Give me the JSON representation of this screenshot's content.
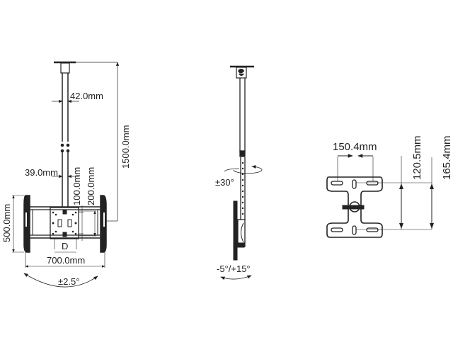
{
  "front_view": {
    "pole_upper_width": "42.0mm",
    "pole_lower_width": "39.0mm",
    "total_height": "1500.0mm",
    "vesa_vertical_inner": "100.0mm",
    "vesa_vertical_outer": "200.0mm",
    "frame_height": "500.0mm",
    "frame_width": "700.0mm",
    "vesa_horizontal": "D",
    "tilt_side": "±2.5°"
  },
  "side_view": {
    "swivel": "±30°",
    "tilt": "-5°/+15°"
  },
  "ceiling_plate": {
    "width": "150.4mm",
    "inner_height": "120.5mm",
    "outer_height": "165.4mm"
  },
  "colors": {
    "line": "#222222",
    "background": "#ffffff"
  }
}
